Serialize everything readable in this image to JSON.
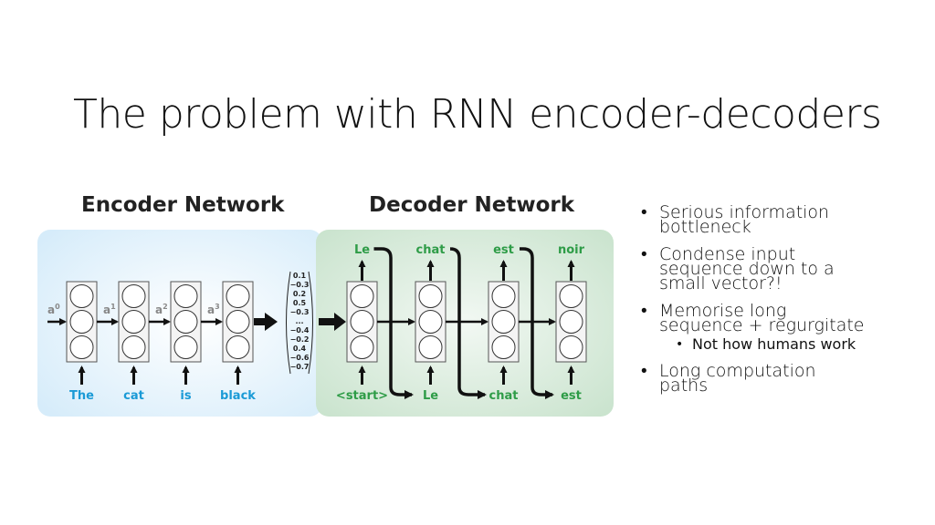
{
  "slide": {
    "title": "The problem with RNN encoder-decoders"
  },
  "diagram": {
    "encoder": {
      "title": "Encoder Network",
      "panel_color": "#e3f2fc",
      "word_color": "#1a9ad6",
      "inputs": [
        "The",
        "cat",
        "is",
        "black"
      ],
      "hidden_labels": [
        "a",
        "a",
        "a",
        "a"
      ],
      "hidden_superscripts": [
        "0",
        "1",
        "2",
        "3"
      ],
      "context_vector": [
        "0.1",
        "−0.3",
        "0.2",
        "0.5",
        "−0.3",
        "...",
        "−0.4",
        "−0.2",
        "0.4",
        "−0.6",
        "−0.7"
      ]
    },
    "decoder": {
      "title": "Decoder Network",
      "panel_color": "#d6ead9",
      "word_color": "#2e9c47",
      "inputs": [
        "<start>",
        "Le",
        "chat",
        "est"
      ],
      "outputs": [
        "Le",
        "chat",
        "est",
        "noir"
      ]
    }
  },
  "bullets": [
    {
      "lines": [
        "Serious information",
        "bottleneck"
      ],
      "bullet": "•"
    },
    {
      "lines": [
        "Condense input",
        "sequence down to a",
        "small vector?!"
      ],
      "bullet": "•"
    },
    {
      "lines": [
        "Memorise long",
        "sequence + regurgitate"
      ],
      "bullet": "•",
      "sub": [
        {
          "text": "Not how humans work",
          "bullet": "•"
        }
      ]
    },
    {
      "lines": [
        "Long computation",
        "paths"
      ],
      "bullet": "•"
    }
  ]
}
